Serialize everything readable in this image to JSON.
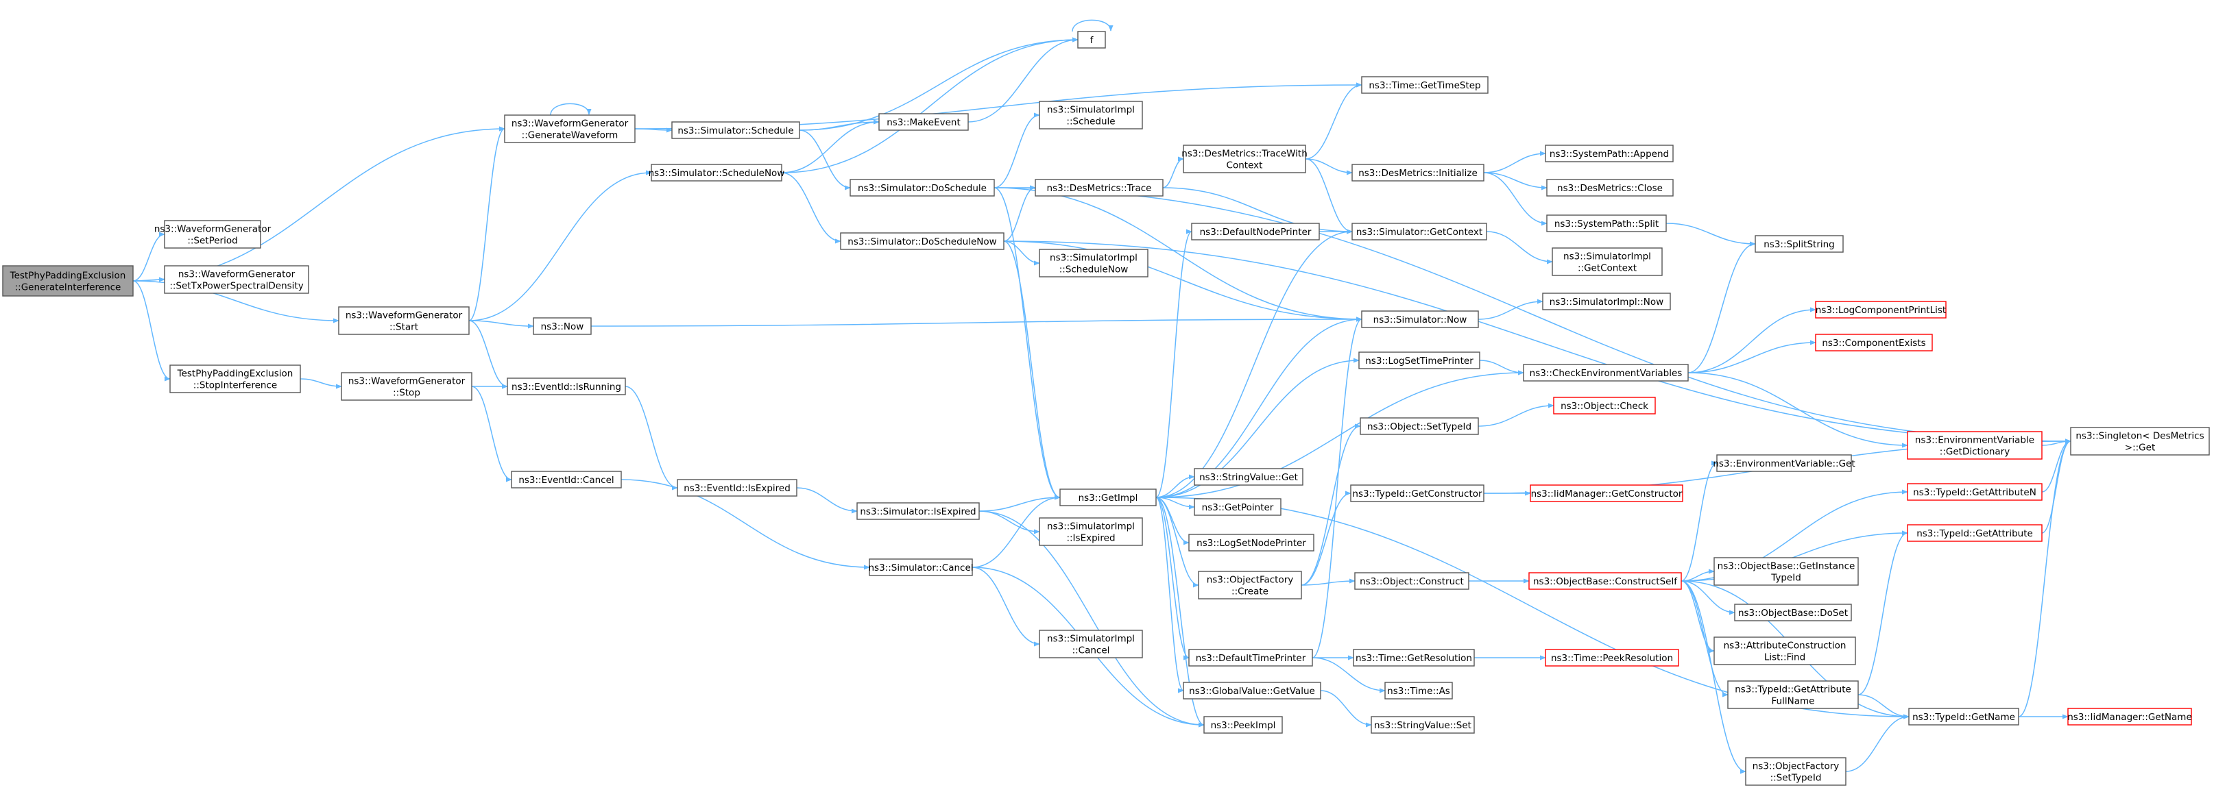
{
  "colors": {
    "edge": "#63b8ff",
    "node_border": "#555555",
    "root_fill": "#a0a0a0",
    "truncated_border": "#ff0000"
  },
  "nodes": [
    {
      "id": "root",
      "label": [
        "TestPhyPaddingExclusion",
        "::GenerateInterference"
      ],
      "style": "root"
    },
    {
      "id": "setperiod",
      "label": [
        "ns3::WaveformGenerator",
        "::SetPeriod"
      ]
    },
    {
      "id": "settxpsd",
      "label": [
        "ns3::WaveformGenerator",
        "::SetTxPowerSpectralDensity"
      ]
    },
    {
      "id": "wgstart",
      "label": [
        "ns3::WaveformGenerator",
        "::Start"
      ]
    },
    {
      "id": "stopinterf",
      "label": [
        "TestPhyPaddingExclusion",
        "::StopInterference"
      ]
    },
    {
      "id": "genwave",
      "label": [
        "ns3::WaveformGenerator",
        "::GenerateWaveform"
      ]
    },
    {
      "id": "schedule",
      "label": [
        "ns3::Simulator::Schedule"
      ]
    },
    {
      "id": "schednow",
      "label": [
        "ns3::Simulator::ScheduleNow"
      ]
    },
    {
      "id": "now",
      "label": [
        "ns3::Now"
      ]
    },
    {
      "id": "isrunning",
      "label": [
        "ns3::EventId::IsRunning"
      ]
    },
    {
      "id": "wgstop",
      "label": [
        "ns3::WaveformGenerator",
        "::Stop"
      ]
    },
    {
      "id": "evcancel",
      "label": [
        "ns3::EventId::Cancel"
      ]
    },
    {
      "id": "isexpired",
      "label": [
        "ns3::EventId::IsExpired"
      ]
    },
    {
      "id": "makeevent",
      "label": [
        "ns3::MakeEvent"
      ]
    },
    {
      "id": "f",
      "label": [
        "f"
      ]
    },
    {
      "id": "doschedule",
      "label": [
        "ns3::Simulator::DoSchedule"
      ]
    },
    {
      "id": "doschednow",
      "label": [
        "ns3::Simulator::DoScheduleNow"
      ]
    },
    {
      "id": "simisexpired",
      "label": [
        "ns3::Simulator::IsExpired"
      ]
    },
    {
      "id": "simcancel",
      "label": [
        "ns3::Simulator::Cancel"
      ]
    },
    {
      "id": "implschedule",
      "label": [
        "ns3::SimulatorImpl",
        "::Schedule"
      ]
    },
    {
      "id": "destrace",
      "label": [
        "ns3::DesMetrics::Trace"
      ]
    },
    {
      "id": "implschednow",
      "label": [
        "ns3::SimulatorImpl",
        "::ScheduleNow"
      ]
    },
    {
      "id": "getimpl",
      "label": [
        "ns3::GetImpl"
      ]
    },
    {
      "id": "implisexpired",
      "label": [
        "ns3::SimulatorImpl",
        "::IsExpired"
      ]
    },
    {
      "id": "implcancel",
      "label": [
        "ns3::SimulatorImpl",
        "::Cancel"
      ]
    },
    {
      "id": "destracewith",
      "label": [
        "ns3::DesMetrics::TraceWith",
        "Context"
      ]
    },
    {
      "id": "defnodeprinter",
      "label": [
        "ns3::DefaultNodePrinter"
      ]
    },
    {
      "id": "strvalget",
      "label": [
        "ns3::StringValue::Get"
      ]
    },
    {
      "id": "getpointer",
      "label": [
        "ns3::GetPointer"
      ]
    },
    {
      "id": "logsetnodeprinter",
      "label": [
        "ns3::LogSetNodePrinter"
      ]
    },
    {
      "id": "objfactcreate",
      "label": [
        "ns3::ObjectFactory",
        "::Create"
      ]
    },
    {
      "id": "deftimeprinter",
      "label": [
        "ns3::DefaultTimePrinter"
      ]
    },
    {
      "id": "gvgetvalue",
      "label": [
        "ns3::GlobalValue::GetValue"
      ]
    },
    {
      "id": "peekimpl",
      "label": [
        "ns3::PeekImpl"
      ]
    },
    {
      "id": "gettimestep",
      "label": [
        "ns3::Time::GetTimeStep"
      ]
    },
    {
      "id": "desinit",
      "label": [
        "ns3::DesMetrics::Initialize"
      ]
    },
    {
      "id": "getcontext",
      "label": [
        "ns3::Simulator::GetContext"
      ]
    },
    {
      "id": "simnow",
      "label": [
        "ns3::Simulator::Now"
      ]
    },
    {
      "id": "logsettimeprinter",
      "label": [
        "ns3::LogSetTimePrinter"
      ]
    },
    {
      "id": "objsettypeid",
      "label": [
        "ns3::Object::SetTypeId"
      ]
    },
    {
      "id": "tidgetconstructor",
      "label": [
        "ns3::TypeId::GetConstructor"
      ]
    },
    {
      "id": "objconstruct",
      "label": [
        "ns3::Object::Construct"
      ]
    },
    {
      "id": "timegetres",
      "label": [
        "ns3::Time::GetResolution"
      ]
    },
    {
      "id": "timeas",
      "label": [
        "ns3::Time::As"
      ]
    },
    {
      "id": "strvalset",
      "label": [
        "ns3::StringValue::Set"
      ]
    },
    {
      "id": "spappend",
      "label": [
        "ns3::SystemPath::Append"
      ]
    },
    {
      "id": "desclose",
      "label": [
        "ns3::DesMetrics::Close"
      ]
    },
    {
      "id": "spsplit",
      "label": [
        "ns3::SystemPath::Split"
      ]
    },
    {
      "id": "implgetcontext",
      "label": [
        "ns3::SimulatorImpl",
        "::GetContext"
      ]
    },
    {
      "id": "implnow",
      "label": [
        "ns3::SimulatorImpl::Now"
      ]
    },
    {
      "id": "checkenv",
      "label": [
        "ns3::CheckEnvironmentVariables"
      ]
    },
    {
      "id": "objcheck",
      "label": [
        "ns3::Object::Check"
      ],
      "style": "red"
    },
    {
      "id": "iidgetconstructor",
      "label": [
        "ns3::IidManager::GetConstructor"
      ],
      "style": "red"
    },
    {
      "id": "objbaseconstruct",
      "label": [
        "ns3::ObjectBase::ConstructSelf"
      ],
      "style": "red"
    },
    {
      "id": "timepeekres",
      "label": [
        "ns3::Time::PeekResolution"
      ],
      "style": "red"
    },
    {
      "id": "splitstring",
      "label": [
        "ns3::SplitString"
      ]
    },
    {
      "id": "logcompprint",
      "label": [
        "ns3::LogComponentPrintList"
      ],
      "style": "red"
    },
    {
      "id": "compexists",
      "label": [
        "ns3::ComponentExists"
      ],
      "style": "red"
    },
    {
      "id": "envvarget",
      "label": [
        "ns3::EnvironmentVariable::Get"
      ]
    },
    {
      "id": "envgetdict",
      "label": [
        "ns3::EnvironmentVariable",
        "::GetDictionary"
      ],
      "style": "red"
    },
    {
      "id": "tidgetattrn",
      "label": [
        "ns3::TypeId::GetAttributeN"
      ],
      "style": "red"
    },
    {
      "id": "tidgetattr",
      "label": [
        "ns3::TypeId::GetAttribute"
      ],
      "style": "red"
    },
    {
      "id": "obgetinst",
      "label": [
        "ns3::ObjectBase::GetInstance",
        "TypeId"
      ]
    },
    {
      "id": "obdoset",
      "label": [
        "ns3::ObjectBase::DoSet"
      ]
    },
    {
      "id": "attrconstfind",
      "label": [
        "ns3::AttributeConstruction",
        "List::Find"
      ]
    },
    {
      "id": "tidgetattrfull",
      "label": [
        "ns3::TypeId::GetAttribute",
        "FullName"
      ]
    },
    {
      "id": "tidgetname",
      "label": [
        "ns3::TypeId::GetName"
      ]
    },
    {
      "id": "ofsettypeid",
      "label": [
        "ns3::ObjectFactory",
        "::SetTypeId"
      ]
    },
    {
      "id": "singleton",
      "label": [
        "ns3::Singleton< DesMetrics",
        ">::Get"
      ]
    },
    {
      "id": "iidgetname",
      "label": [
        "ns3::IidManager::GetName"
      ],
      "style": "red"
    }
  ]
}
